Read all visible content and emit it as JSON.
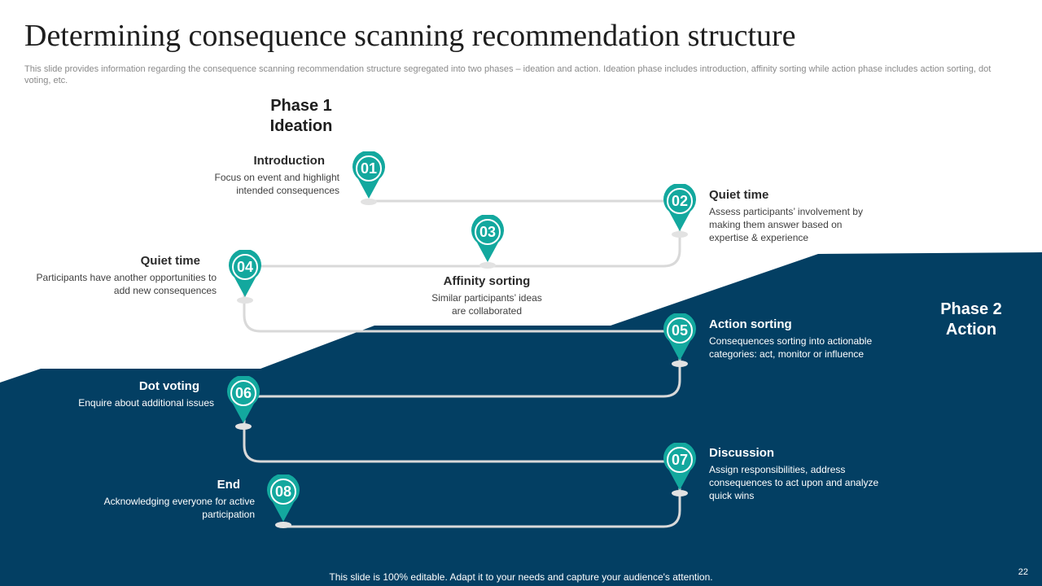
{
  "title": "Determining consequence scanning recommendation structure",
  "subtitle": "This slide provides information regarding the consequence scanning recommendation structure segregated into two phases – ideation and action. Ideation phase includes introduction, affinity sorting while action phase includes action sorting, dot voting, etc.",
  "phases": {
    "phase1": {
      "line1": "Phase 1",
      "line2": "Ideation"
    },
    "phase2": {
      "line1": "Phase 2",
      "line2": "Action"
    }
  },
  "steps": [
    {
      "number": "01",
      "title": "Introduction",
      "description": "Focus on event and highlight intended consequences"
    },
    {
      "number": "02",
      "title": "Quiet time",
      "description": "Assess participants’ involvement by making them answer based on expertise & experience"
    },
    {
      "number": "03",
      "title": "Affinity  sorting",
      "description": "Similar participants’ ideas are collaborated"
    },
    {
      "number": "04",
      "title": "Quiet time",
      "description": "Participants have another opportunities to add new consequences"
    },
    {
      "number": "05",
      "title": "Action sorting",
      "description": "Consequences sorting into actionable categories: act, monitor or influence"
    },
    {
      "number": "06",
      "title": "Dot voting",
      "description": "Enquire about additional issues"
    },
    {
      "number": "07",
      "title": "Discussion",
      "description": "Assign responsibilities, address consequences to act upon and analyze quick wins"
    },
    {
      "number": "08",
      "title": "End",
      "description": "Acknowledging everyone for active participation"
    }
  ],
  "colors": {
    "accent": "#13a89e",
    "navy": "#033f63",
    "path": "#d9d9d9"
  },
  "footer": "This slide is 100% editable. Adapt it to your needs and capture your audience's attention.",
  "page_number": "22"
}
